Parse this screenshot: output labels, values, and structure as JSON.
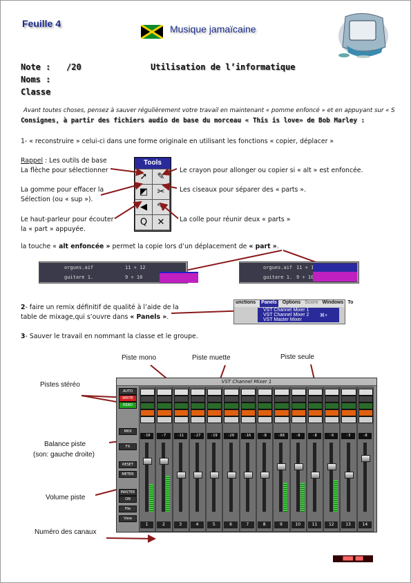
{
  "header": {
    "sheet": "Feuille 4",
    "title": "Musique jamaïcaine"
  },
  "form": {
    "note_label": "Note :",
    "note_value": "/20",
    "subject": "Utilisation de l’informatique",
    "names_label": "Noms :",
    "class_label": "Classe"
  },
  "intro": "Avant toutes choses, pensez à sauver régulièrement votre travail en maintenant « pomme enfoncé » et en appuyant sur « S ».",
  "instructions": "Consignes, à partir des fichiers audio de base du morceau « This is love» de Bob Marley :",
  "step1": "1- « reconstruire » celui-ci dans une forme originale en utilisant les fonctions « copier, déplacer »",
  "tools": {
    "title": "Tools",
    "recall_label": "Rappel",
    "recall_text": " : Les outils de base",
    "arrow": "La flèche pour sélectionner",
    "eraser_1": "La gomme pour effacer la",
    "eraser_2": "Sélection   (ou « sup »).",
    "speaker_1": "Le haut-parleur pour écouter",
    "speaker_2": "la « part » appuyée.",
    "pencil": "Le crayon pour allonger ou copier si « alt » est enfoncée.",
    "scissors": "Les ciseaux pour séparer des « parts ».",
    "glue": "La colle pour réunir deux « parts »"
  },
  "alt_line": {
    "before": "la touche «",
    "key": " alt enfoncée »",
    "middle": " permet la copie lors d’un déplacement de ",
    "part": "« part »",
    "after": "."
  },
  "tracks": {
    "left": [
      {
        "name": "orgues.aif",
        "pos": "11 ÷ 12"
      },
      {
        "name": "guitare 1.",
        "pos": "9 ÷ 10"
      }
    ],
    "right": [
      {
        "name": "orgues.aif",
        "pos": "11 ÷ 12"
      },
      {
        "name": "guitare 1.",
        "pos": "9 ÷ 10"
      }
    ]
  },
  "step2": {
    "line1_num": "2",
    "line1": "- faire un remix définitif de qualité à l’aide de la",
    "line2": "table de mixage,qui s’ouvre dans ",
    "panels": "« Panels »",
    "end": "."
  },
  "menu": {
    "items": [
      "unctions",
      "Panels",
      "Options",
      "Score",
      "Windows",
      "To"
    ],
    "entries": [
      "VST Channel Mixer 1",
      "VST Channel Mixer 2",
      "VST Master Mixer"
    ],
    "shortcut": "⌘+"
  },
  "step3": {
    "num": "3",
    "text": "- Sauver le travail en nommant la classe et le groupe."
  },
  "mixer": {
    "title": "VST Channel Mixer 1",
    "channel_values": [
      "-10",
      "-7",
      "-11",
      "-27",
      "-19",
      "-20",
      "-16",
      "-8",
      "-88",
      "-8",
      "-8",
      "-9",
      "-3",
      "-8"
    ],
    "channels": [
      "1",
      "2",
      "3",
      "4",
      "5",
      "6",
      "7",
      "8",
      "9",
      "10",
      "11",
      "12",
      "13",
      "14"
    ],
    "side_buttons": [
      "AUTO",
      "WRITE",
      "READ",
      "MIDI",
      "FX",
      "RESET",
      "METER",
      "MASTER",
      "ON",
      "File",
      "View"
    ]
  },
  "labels": {
    "stereo": "Pistes stéréo",
    "mono": "Piste mono",
    "mute": "Piste muette",
    "solo": "Piste seule",
    "balance_1": "Balance piste",
    "balance_2": "(son: gauche droite)",
    "volume": "Volume piste",
    "channels": "Numéro des canaux"
  },
  "colors": {
    "accent": "#1a2a8a",
    "arrow": "#8b1a1a",
    "meter": "#3fd13f",
    "write": "#d02020",
    "read": "#20a020",
    "mute": "#e06010",
    "solo": "#cfcfcf"
  }
}
